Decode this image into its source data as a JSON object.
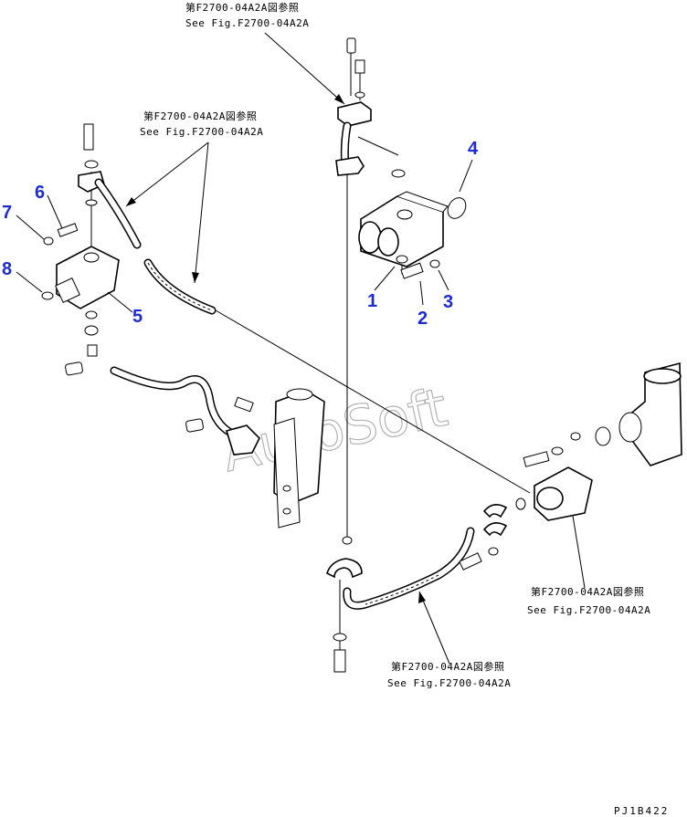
{
  "references": [
    {
      "jp": "第F2700-04A2A図参照",
      "en": "See Fig.F2700-04A2A"
    },
    {
      "jp": "第F2700-04A2A図参照",
      "en": "See Fig.F2700-04A2A"
    },
    {
      "jp": "第F2700-04A2A図参照",
      "en": "See Fig.F2700-04A2A"
    },
    {
      "jp": "第F2700-04A2A図参照",
      "en": "See Fig.F2700-04A2A"
    }
  ],
  "callouts": [
    "1",
    "2",
    "3",
    "4",
    "5",
    "6",
    "7",
    "8"
  ],
  "watermark": "AutoSoft",
  "drawing_code": "PJ1B422",
  "colors": {
    "callout": "#1f2bd0",
    "line": "#000000",
    "watermark": "#9a9a9a"
  }
}
